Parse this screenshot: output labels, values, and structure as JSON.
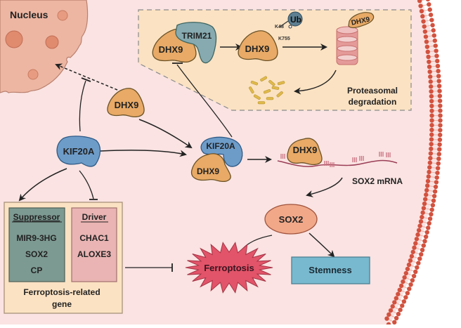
{
  "nucleus": {
    "label": "Nucleus"
  },
  "degradation_box": {
    "trim21": "TRIM21",
    "dhx9_bound": "DHX9",
    "dhx9_ubiquitinated": "DHX9",
    "ubiquitin": "Ub",
    "site_k48": "K48",
    "site_k755": "K755",
    "dhx9_proteasome": "DHX9",
    "caption_line1": "Proteasomal",
    "caption_line2": "degradation"
  },
  "cytoplasm": {
    "dhx9_free": "DHX9",
    "kif20a": "KIF20A",
    "complex_kif20a": "KIF20A",
    "complex_dhx9": "DHX9",
    "dhx9_on_mrna": "DHX9",
    "mrna_label": "SOX2 mRNA",
    "sox2": "SOX2",
    "ferroptosis": "Ferroptosis",
    "stemness": "Stemness"
  },
  "gene_box": {
    "suppressor_header": "Suppressor",
    "suppressor_genes": [
      "MIR9-3HG",
      "SOX2",
      "CP"
    ],
    "driver_header": "Driver",
    "driver_genes": [
      "CHAC1",
      "ALOXE3"
    ],
    "caption_line1": "Ferroptosis-related",
    "caption_line2": "gene"
  },
  "colors": {
    "cytoplasm": "#fae3e2",
    "nucleus": "#edb6a2",
    "dhx9": "#e8aa66",
    "kif20a": "#6e9cc9",
    "trim21": "#86aab0",
    "ubiquitin": "#5d7f91",
    "box_fill": "#fbe2c2",
    "suppressor": "#7d9a92",
    "driver": "#e9b4b3",
    "sox2": "#f0a889",
    "ferroptosis": "#e25469",
    "stemness": "#79b9cf",
    "membrane": "#d2523f"
  }
}
